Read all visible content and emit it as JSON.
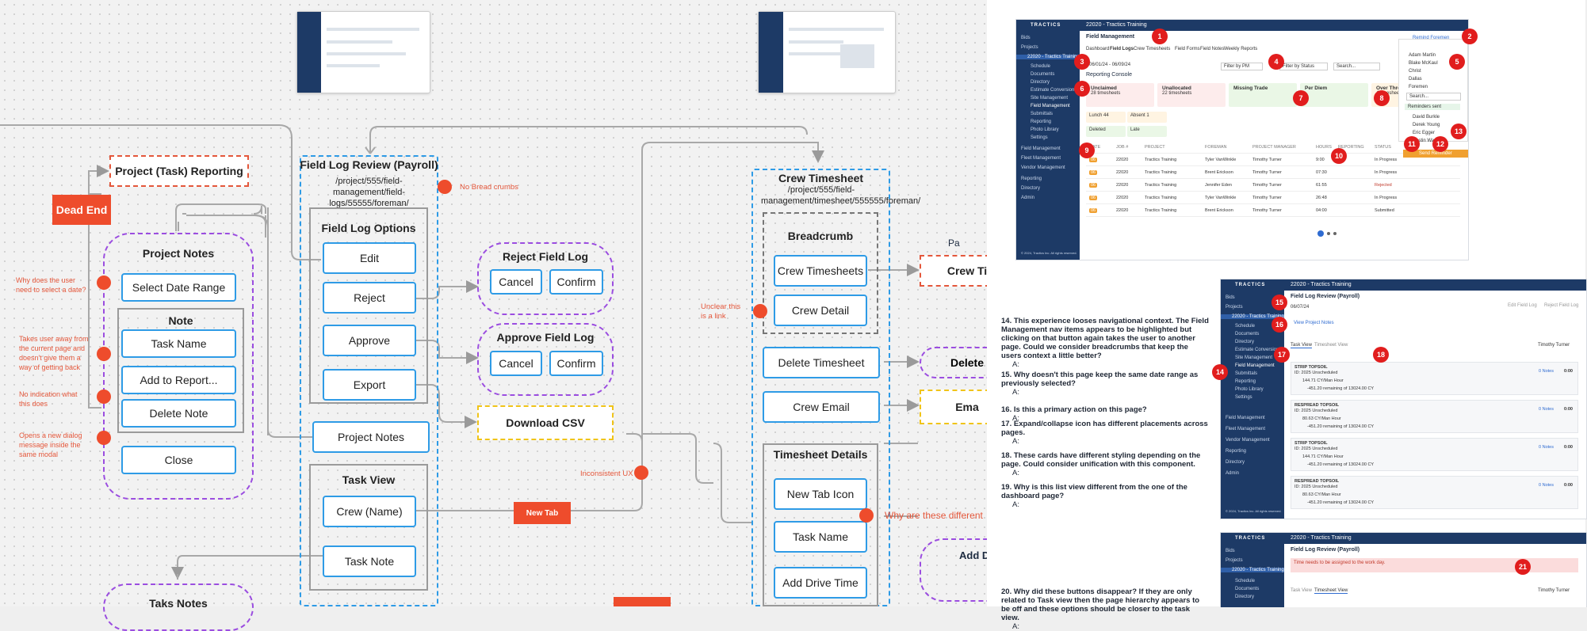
{
  "diagram": {
    "project_task_reporting": "Project (Task) Reporting",
    "dead_end": "Dead End",
    "project_notes": {
      "title": "Project Notes",
      "select_date_range": "Select Date Range",
      "note_title": "Note",
      "task_name": "Task Name",
      "add_to_report": "Add to Report...",
      "delete_note": "Delete Note",
      "close": "Close"
    },
    "taks_notes": "Taks Notes",
    "field_log_review": {
      "title": "Field Log Review (Payroll)",
      "path": "/project/555/field-management/field-logs/55555/foreman/",
      "options_title": "Field Log Options",
      "edit": "Edit",
      "reject": "Reject",
      "approve": "Approve",
      "export": "Export",
      "project_notes": "Project Notes",
      "task_view_title": "Task View",
      "crew_name": "Crew (Name)",
      "task_note": "Task Note"
    },
    "reject_field_log": {
      "title": "Reject Field Log",
      "cancel": "Cancel",
      "confirm": "Confirm"
    },
    "approve_field_log": {
      "title": "Approve Field Log",
      "cancel": "Cancel",
      "confirm": "Confirm"
    },
    "download_csv": "Download CSV",
    "new_tab": "New Tab",
    "crew_timesheet": {
      "title": "Crew Timesheet",
      "path": "/project/555/field-management/timesheet/555555/foreman/",
      "breadcrumb_title": "Breadcrumb",
      "crew_timesheets": "Crew Timesheets",
      "crew_detail": "Crew Detail",
      "delete_timesheet": "Delete Timesheet",
      "crew_email": "Crew Email",
      "timesheet_details_title": "Timesheet Details",
      "new_tab_icon": "New Tab Icon",
      "task_name": "Task Name",
      "add_drive_time": "Add Drive Time"
    },
    "partial": {
      "pa": "Pa",
      "crew_ti": "Crew Ti",
      "delete": "Delete",
      "ema": "Ema",
      "add_d": "Add D"
    },
    "annotations": {
      "no_bread_crumbs": "No Bread crumbs",
      "why_date": "Why does the user need to select a date?",
      "takes_user_away": "Takes user away from the current page and doesn't give them a way of getting back",
      "no_indication": "No indication what this does",
      "opens_dialog": "Opens a new dialog message inside the same modal",
      "unclear_link": "Unclear this is a link",
      "inconsistent_ux": "Inconsistent UX",
      "why_these_different": "Why are these different"
    }
  },
  "screen1": {
    "brand": "TRACTICS",
    "top_title": "22020 - Tractics Training",
    "page_title": "Field Management",
    "nav": [
      "Bids",
      "Projects",
      "22020 - Tractics Training",
      "Schedule",
      "Documents",
      "Directory",
      "Estimate Conversion",
      "Site Management",
      "Field Management",
      "Submittals",
      "Reporting",
      "Photo Library",
      "Settings",
      "Field Management",
      "Fleet Management",
      "Vendor Management",
      "Reporting",
      "Directory",
      "Admin"
    ],
    "tabs": [
      "Dashboard",
      "Field Logs",
      "Crew Timesheets",
      "Field Forms",
      "Field Notes",
      "Weekly Reports"
    ],
    "date_range": "06/01/24 - 06/09/24",
    "filter_pm": "Filter by PM",
    "filter_status": "Filter by Status",
    "search": "Search...",
    "reporting_console": "Reporting Console",
    "stats": [
      {
        "label": "Unclaimed",
        "value": "28 timesheets",
        "color": "#fdecec",
        "dot": "#e74c3c"
      },
      {
        "label": "Unallocated",
        "value": "22 timesheets",
        "color": "#fdecec",
        "dot": "#e74c3c"
      },
      {
        "label": "Missing Trade",
        "value": "",
        "color": "#eaf7e6",
        "dot": "#6abf4b"
      },
      {
        "label": "Per Diem",
        "value": "",
        "color": "#eaf7e6",
        "dot": "#6abf4b"
      },
      {
        "label": "Over Threshold",
        "value": "4 timesheets",
        "color": "#fff4e2",
        "dot": "#f0a030"
      }
    ],
    "chips": [
      {
        "label": "Lunch",
        "value": "44"
      },
      {
        "label": "Absent",
        "value": "1"
      },
      {
        "label": "Deleted",
        "value": ""
      },
      {
        "label": "Late",
        "value": ""
      }
    ],
    "columns": [
      "DATE",
      "JOB #",
      "PROJECT",
      "FOREMAN",
      "PROJECT MANAGER",
      "HOURS",
      "REPORTING",
      "STATUS"
    ],
    "rows": [
      [
        "06",
        "22020",
        "Tractics Training",
        "Tyler VanWinkle",
        "Timothy Turner",
        "9:00",
        "",
        "In Progress"
      ],
      [
        "06",
        "22020",
        "Tractics Training",
        "Brent Erickson",
        "Timothy Turner",
        "07:30",
        "",
        "In Progress"
      ],
      [
        "06",
        "22020",
        "Tractics Training",
        "Jennifer Eden",
        "Timothy Turner",
        "61:55",
        "",
        "Rejected"
      ],
      [
        "06",
        "22020",
        "Tractics Training",
        "Tyler VanWinkle",
        "Timothy Turner",
        "26:48",
        "",
        "In Progress"
      ],
      [
        "06",
        "22020",
        "Tractics Training",
        "Brent Erickson",
        "Timothy Turner",
        "04:00",
        "",
        "Submitted"
      ]
    ],
    "footer": "© 2024, Tractics Inc. All rights reserved.",
    "remind": "Remind Foremen",
    "people": [
      "Adam Martin",
      "Blake McKaul",
      "Christ",
      "Dallas",
      "Foremen"
    ],
    "popup_search": "Search...",
    "reminders_sent": "Reminders sent",
    "popup_people": [
      "David Burkle",
      "Derek Young",
      "Eric Egger",
      "Austin Warber"
    ],
    "send_reminder": "Send Reminder"
  },
  "screen2": {
    "brand": "TRACTICS",
    "top_title": "22020 - Tractics Training",
    "page_title": "Field Log Review (Payroll)",
    "date": "06/07/24",
    "view_project_notes": "View Project Notes",
    "edit_field_log": "Edit Field Log",
    "reject_field_log": "Reject Field Log",
    "tabs": [
      "Task View",
      "Timesheet View"
    ],
    "person": "Timothy Turner",
    "nav": [
      "Bids",
      "Projects",
      "22020 - Tractics Training",
      "Schedule",
      "Documents",
      "Directory",
      "Estimate Conversion",
      "Site Management",
      "Field Management",
      "Submittals",
      "Reporting",
      "Photo Library",
      "Settings",
      "Field Management",
      "Fleet Management",
      "Vendor Management",
      "Reporting",
      "Directory",
      "Admin"
    ],
    "cards": [
      {
        "title": "STRIP TOPSOIL",
        "sub": "ID: 2025 Unscheduled",
        "qty": "144.71 CY/Man Hour",
        "remain": "-451.20 remaining of 13024.00 CY",
        "notes": "0 Notes",
        "val": "0:00"
      },
      {
        "title": "RESPREAD TOPSOIL",
        "sub": "ID: 2025 Unscheduled",
        "qty": "80.63 CY/Man Hour",
        "remain": "-451.20 remaining of 13024.00 CY",
        "notes": "0 Notes",
        "val": "0:00"
      },
      {
        "title": "STRIP TOPSOIL",
        "sub": "ID: 2025 Unscheduled",
        "qty": "144.71 CY/Man Hour",
        "remain": "-451.20 remaining of 13024.00 CY",
        "notes": "0 Notes",
        "val": "0:00"
      },
      {
        "title": "RESPREAD TOPSOIL",
        "sub": "ID: 2025 Unscheduled",
        "qty": "80.63 CY/Man Hour",
        "remain": "-451.20 remaining of 13024.00 CY",
        "notes": "0 Notes",
        "val": "0:00"
      }
    ],
    "footer": "© 2024, Tractics Inc. All rights reserved."
  },
  "screen3": {
    "brand": "TRACTICS",
    "top_title": "22020 - Tractics Training",
    "page_title": "Field Log Review (Payroll)",
    "error": "Time needs to be assigned to the work day.",
    "tabs": [
      "Task View",
      "Timesheet View"
    ],
    "person": "Timothy Turner",
    "nav": [
      "Bids",
      "Projects",
      "22020 - Tractics Training",
      "Schedule",
      "Documents",
      "Directory"
    ]
  },
  "questions": [
    {
      "num": "14.",
      "text": "This experience looses navigational context. The Field Management nav items appears to be highlighted but clicking on that button again takes the user to another page. Could we consider breadcrumbs that keep the users context a little better?",
      "a": "A:"
    },
    {
      "num": "15.",
      "text": "Why doesn't this page keep the same date range as previously selected?",
      "a": "A:"
    },
    {
      "num": "16.",
      "text": "Is this a primary action on this page?",
      "a": "A:"
    },
    {
      "num": "17.",
      "text": "Expand/collapse icon has different placements across pages.",
      "a": "A:"
    },
    {
      "num": "18.",
      "text": "These cards have different styling depending on the page. Could consider unification with this component.",
      "a": "A:"
    },
    {
      "num": "19.",
      "text": "Why is this list view different from the one of the dashboard page?",
      "a": "A:"
    },
    {
      "num": "20.",
      "text": "Why did these buttons disappear? If they are only related to Task view then the page hierarchy appears to be off and these options should be closer to the task view.",
      "a": "A:"
    }
  ],
  "markers": [
    "1",
    "2",
    "3",
    "4",
    "5",
    "6",
    "7",
    "8",
    "9",
    "10",
    "11",
    "12",
    "13",
    "14",
    "15",
    "16",
    "17",
    "18",
    "21"
  ],
  "colors": {
    "accent_blue": "#2e9be6",
    "purple": "#9b4de0",
    "red": "#ee4c2c",
    "yellow": "#f0c419",
    "navy": "#1d3a66",
    "marker_red": "#e11d1d"
  }
}
